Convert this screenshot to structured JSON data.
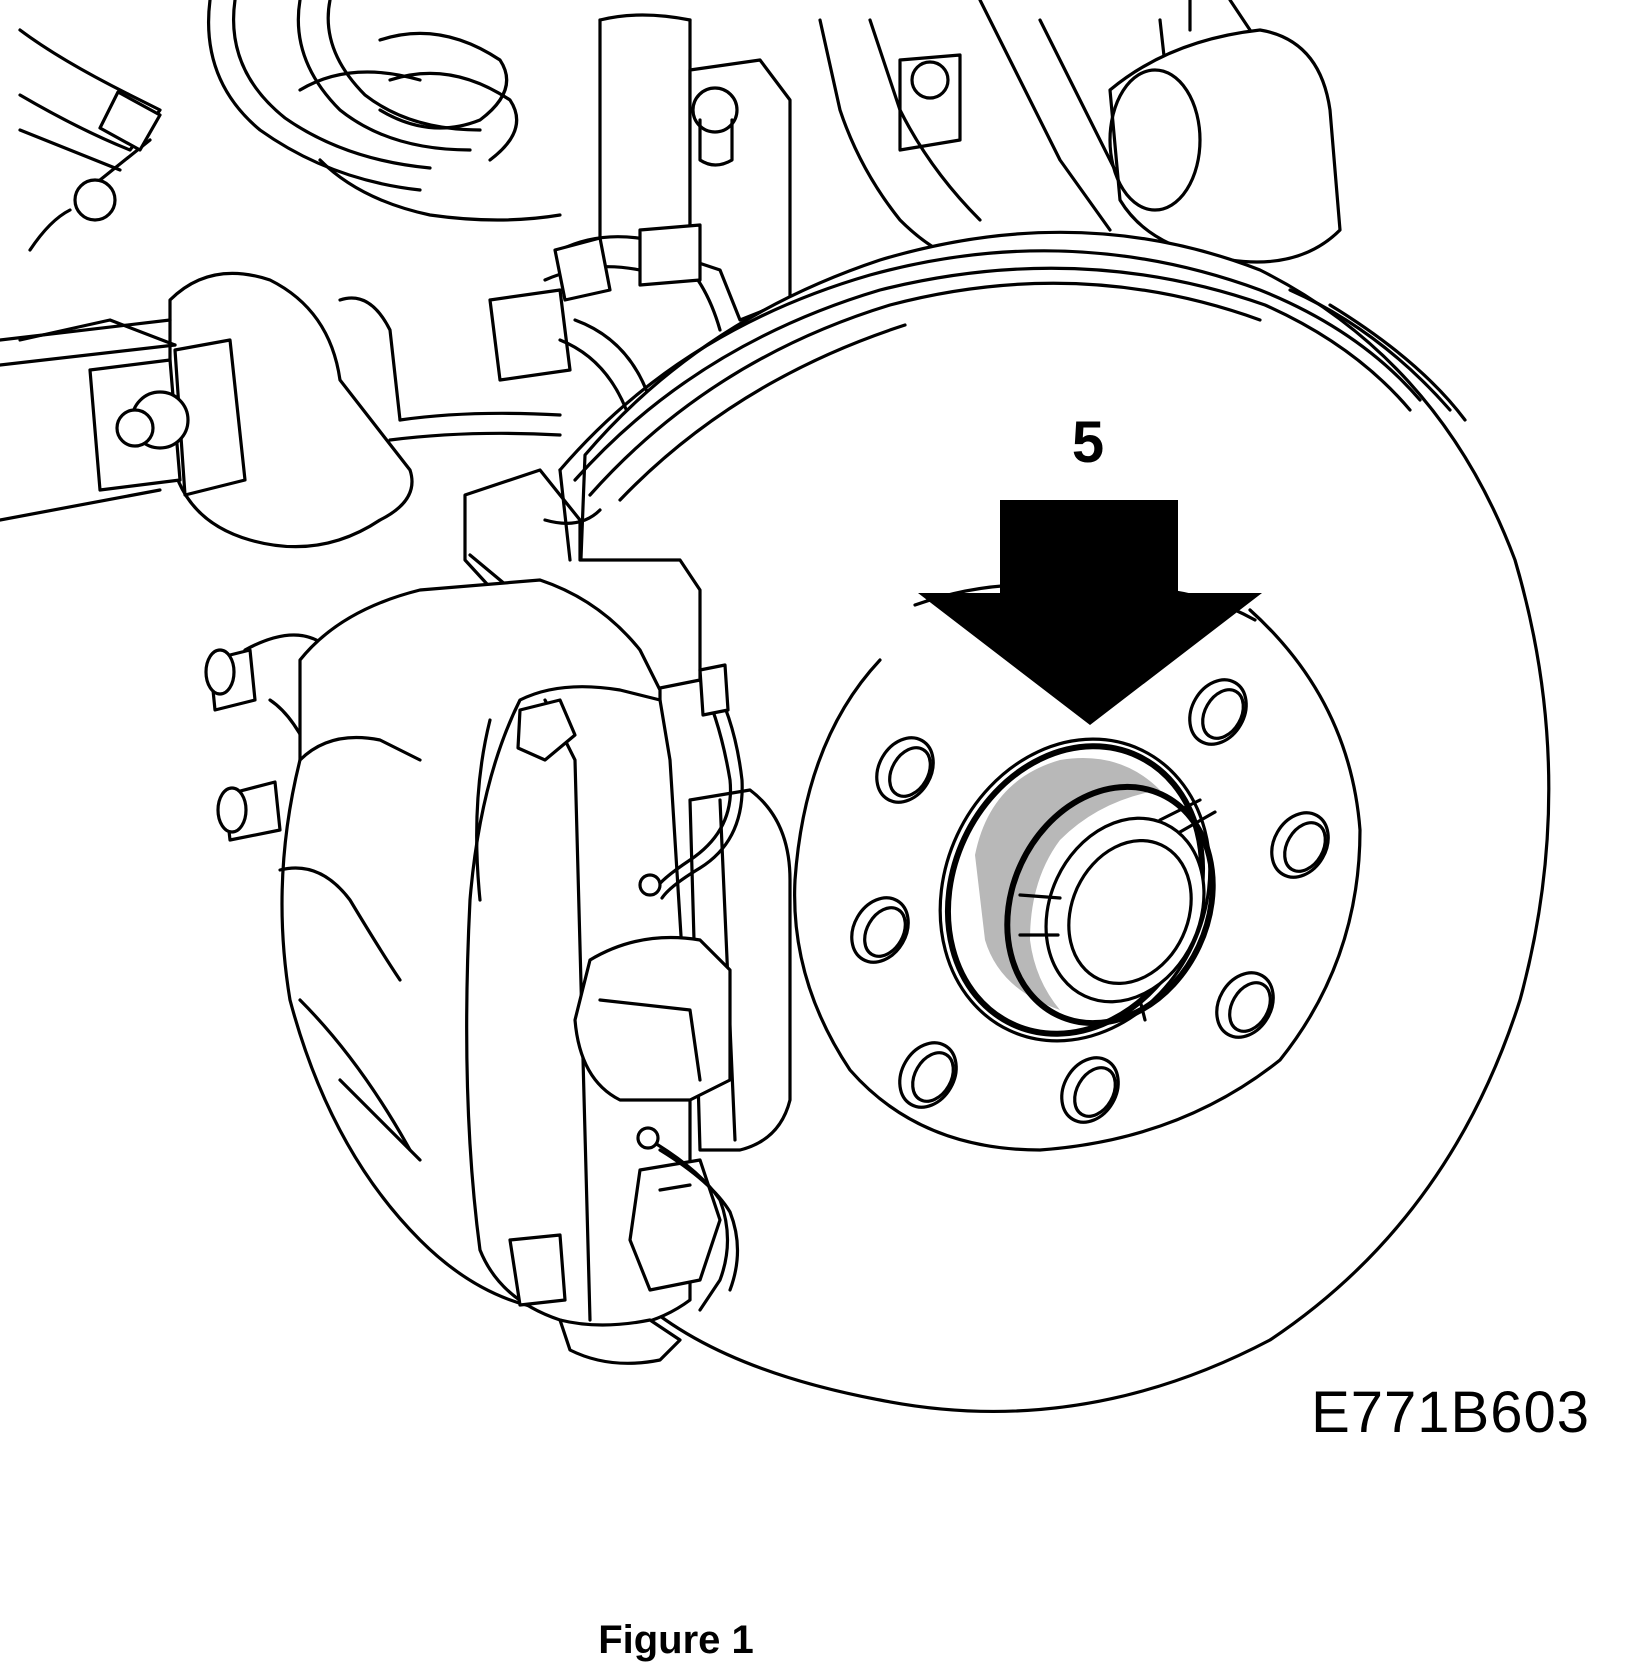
{
  "callout": {
    "number": "5"
  },
  "reference_code": "E771B603",
  "caption": "Figure 1",
  "colors": {
    "line": "#000000",
    "background": "#ffffff",
    "hub_shading": "#b8b8b8"
  }
}
